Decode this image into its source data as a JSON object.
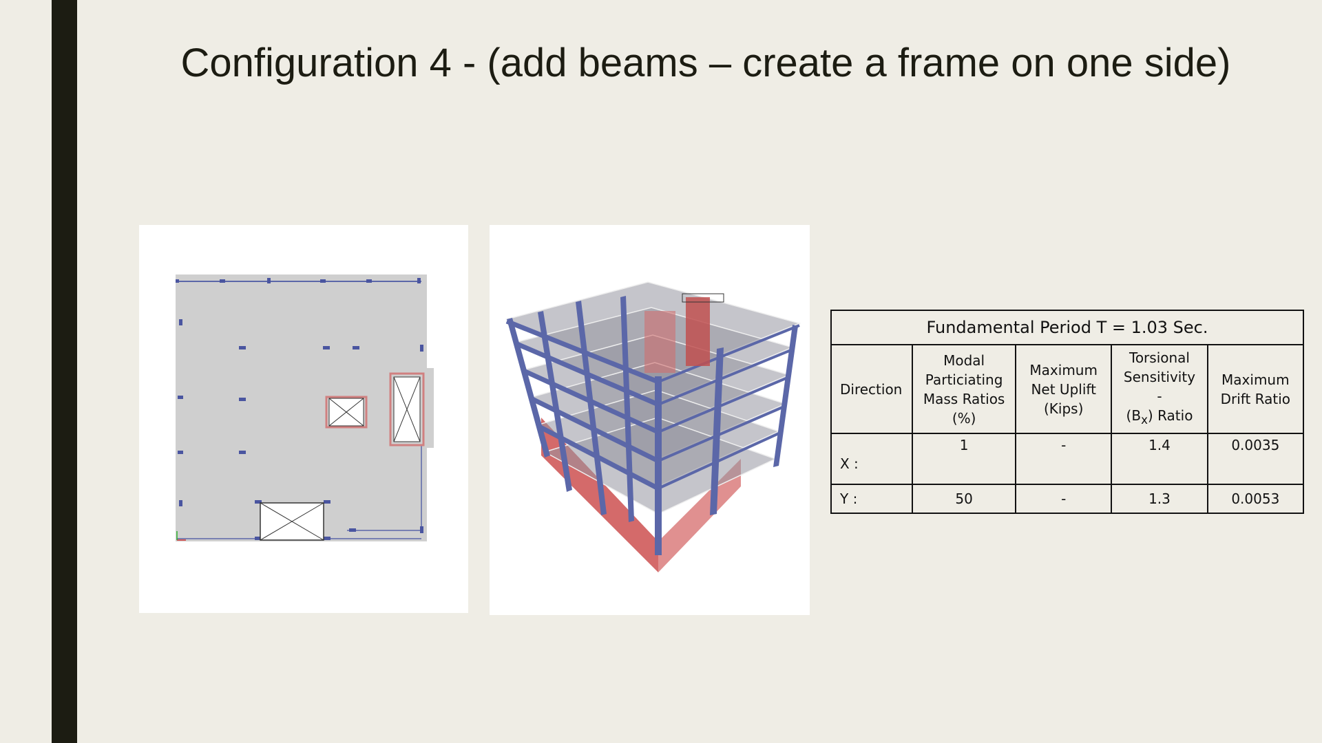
{
  "slide": {
    "title": "Configuration 4 - (add beams – create a frame on one side)"
  },
  "table": {
    "title": "Fundamental Period T = 1.03 Sec.",
    "headers": {
      "direction": "Direction",
      "modal_1": "Modal",
      "modal_2": "Particiating",
      "modal_3": "Mass Ratios",
      "modal_4": "(%)",
      "uplift_1": "Maximum",
      "uplift_2": "Net Uplift",
      "uplift_3": "(Kips)",
      "torsion_1": "Torsional",
      "torsion_2": "Sensitivity",
      "torsion_3": "-",
      "torsion_4_pre": "(B",
      "torsion_4_sub": "x",
      "torsion_4_post": ") Ratio",
      "drift_1": "Maximum",
      "drift_2": "Drift Ratio"
    },
    "rows": [
      {
        "direction": "X :",
        "modal": "1",
        "uplift": "-",
        "torsion": "1.4",
        "drift": "0.0035"
      },
      {
        "direction": "Y :",
        "modal": "50",
        "uplift": "-",
        "torsion": "1.3",
        "drift": "0.0053"
      }
    ]
  }
}
